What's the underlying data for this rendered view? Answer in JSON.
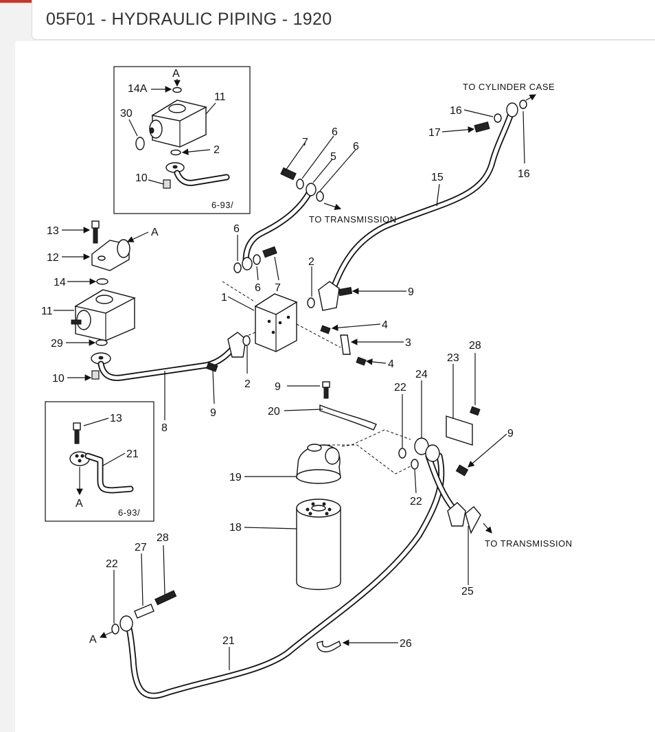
{
  "header": {
    "title": "05F01 - HYDRAULIC PIPING - 1920"
  },
  "diagram": {
    "notes": {
      "to_cylinder_case": "TO CYLINDER CASE",
      "to_transmission_upper": "TO TRANSMISSION",
      "to_transmission_lower": "TO TRANSMISSION",
      "inset_top_code": "6-93/",
      "inset_bottom_code": "6-93/",
      "ref_a": "A"
    },
    "callouts": {
      "c14A": "14A",
      "c11a": "11",
      "c30": "30",
      "c2a": "2",
      "c10a": "10",
      "c7a": "7",
      "c6a": "6",
      "c5": "5",
      "c6b": "6",
      "c16a": "16",
      "c17": "17",
      "c15": "15",
      "c16b": "16",
      "c13a": "13",
      "c12": "12",
      "c14": "14",
      "c11b": "11",
      "c29": "29",
      "c10b": "10",
      "c6c": "6",
      "c6d": "6",
      "c7b": "7",
      "c2b": "2",
      "c1": "1",
      "c9a": "9",
      "c4a": "4",
      "c3": "3",
      "c4b": "4",
      "c2c": "2",
      "c9b": "9",
      "c8": "8",
      "c9c": "9",
      "c20": "20",
      "c22a": "22",
      "c24": "24",
      "c23": "23",
      "c28a": "28",
      "c9d": "9",
      "c19": "19",
      "c22b": "22",
      "c18": "18",
      "c25": "25",
      "c13b": "13",
      "c21a": "21",
      "c22c": "22",
      "c27": "27",
      "c28b": "28",
      "c21b": "21",
      "c26": "26"
    }
  }
}
